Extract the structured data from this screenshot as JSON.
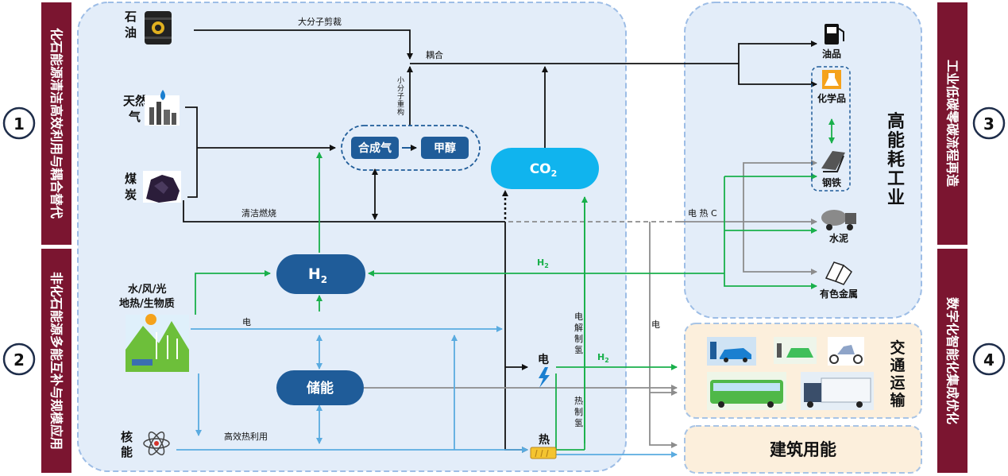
{
  "side_bands": {
    "b1": "化石能源清洁高效利用与耦合替代",
    "b2": "非化石能源多能互补与规模应用",
    "b3": "工业低碳零碳流程再造",
    "b4": "数字化智能化集成优化"
  },
  "badges": {
    "n1": "1",
    "n2": "2",
    "n3": "3",
    "n4": "4"
  },
  "sources": {
    "oil": "石油",
    "gas_1": "天然",
    "gas_2": "气",
    "coal_1": "煤",
    "coal_2": "炭",
    "renewables_1": "水/风/光",
    "renewables_2": "地热/生物质",
    "nuclear_1": "核",
    "nuclear_2": "能"
  },
  "nodes": {
    "syngas": "合成气",
    "methanol": "甲醇",
    "co2": "CO",
    "co2_sub": "2",
    "h2": "H",
    "h2_sub": "2",
    "storage": "储能",
    "electricity": "电",
    "heat": "热"
  },
  "flows": {
    "cracking": "大分子剪裁",
    "coupling": "耦合",
    "restructure": [
      "小",
      "分",
      "子",
      "重",
      "构"
    ],
    "clean_combustion": "清洁燃烧",
    "elec_heat_c": "电 热 C",
    "h2_line": "H",
    "h2_line_sub": "2",
    "elec_1": "电",
    "efficient_heat": "高效热利用",
    "electrolysis": [
      "电",
      "解",
      "制",
      "氢"
    ],
    "thermal_h2": [
      "热",
      "制",
      "氢"
    ],
    "elec_2": "电",
    "h2_transport": "H",
    "h2_transport_sub": "2"
  },
  "industry": {
    "title": [
      "高",
      "能",
      "耗",
      "工",
      "业"
    ],
    "oil_products": "油品",
    "chemicals": "化学品",
    "steel": "钢铁",
    "cement": "水泥",
    "nonferrous": "有色金属"
  },
  "transport": {
    "title": [
      "交",
      "通",
      "运",
      "输"
    ]
  },
  "buildings": {
    "title": "建筑用能"
  },
  "colors": {
    "maroon": "#7b1530",
    "panel_fill": "#e3edf9",
    "panel_border": "#9dbde6",
    "node_dark": "#1f5c99",
    "co2": "#10b4ee",
    "green": "#19b04b",
    "blue_line": "#5aabe0",
    "gray_line": "#8c8c8c",
    "cream": "#fcefdc",
    "cream_border": "#a8c4e5"
  }
}
